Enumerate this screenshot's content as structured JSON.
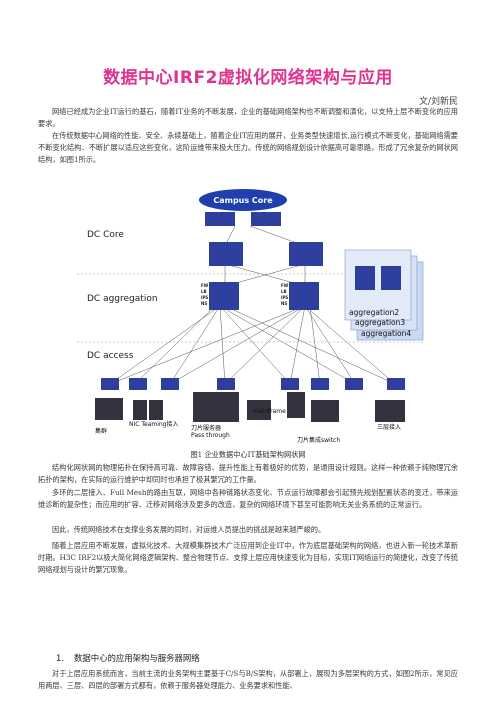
{
  "title": "数据中心IRF2虚拟化网络架构与应用",
  "author": "文/刘新民",
  "paragraphs": [
    "网络已经成为企业IT运行的基石，随着IT业务的不断发展，企业的基础网络架构也不断调整和演化，以支持上层不断变化的应用要求。",
    "在传统数据中心网络的性能、安全、永续基础上，随着企业IT应用的展开，业务类型快速增长,运行模式不断变化，基础网络需要不断变化结构、不断扩展以适应这些变化，这阶运维带来极大压力。传统的网络规划设计依据高可靠思路，形成了冗余复杂的网状网结构，如图1所示。",
    "结构化网状网的物理拓扑在保持高可靠、故障容错、提升性能上有着极好的优势，是通用设计规则。这样一种依赖于纯物理冗余拓扑的架构，在实际的运行维护中却同时也承担了极其繁冗的工作量。",
    "多环的二层接入、Full Mesh的路由互联，网络中各种链路状态变化、节点运行故障都会引起预先规划配置状态的变迁，带来运维诊断的复杂性；而应用的扩容、迁移对网络涉及更多的改造，复杂的网络环境下甚至可能影响无关业务系统的正常运行。",
    "因此，传统网络技术在支撑业务发展的同时，对运维人员提出的挑战是越来越严峻的。",
    "随着上层应用不断发展，虚拟化技术、大规模集群技术广泛应用到企业IT中，作为底层基础架构的网络，也进入新一轮技术革新时期。H3C IRF2以极大简化网络逻辑架构、整合物理节点、支撑上层应用快速变化为目标，实现IT网络运行的简捷化，改变了传统网络规划与设计的繁冗现象。",
    "对于上层应用系统而言，当前主流的业务架构主要基于C/S与B/S架构，从部署上，展现为多层架构的方式，如图2所示，常见应用两层、三层、四层的部署方式都有，依赖于服务器处理能力、业务要求和性能、"
  ],
  "figure": {
    "caption": "图1  企业数据中心IT基础架构网状网",
    "labels": {
      "campus_core": "Campus Core",
      "dc_core": "DC Core",
      "dc_aggregation": "DC aggregation",
      "dc_access": "DC access",
      "aggregation2": "aggregation2",
      "aggregation3": "aggregation3",
      "aggregation4": "aggregation4",
      "fw": "FW",
      "lb": "LB",
      "ips": "IPS",
      "ns": "NS",
      "cluster": "集群",
      "nic_teaming": "NIC Teaming接入",
      "blade_server": "刀片服务器",
      "pass_through": "Pass through",
      "mainframe": "mainframe",
      "blade_switch": "刀片集成switch",
      "tri_layer": "三层接入"
    },
    "colors": {
      "switch_blue": "#2e3f9e",
      "campus_core": "#1f3fae",
      "agg_panel": "#c9d9f3",
      "server_dark": "#333340"
    }
  },
  "section": {
    "number": "1.",
    "title": "数据中心的应用架构与服务器网络"
  }
}
